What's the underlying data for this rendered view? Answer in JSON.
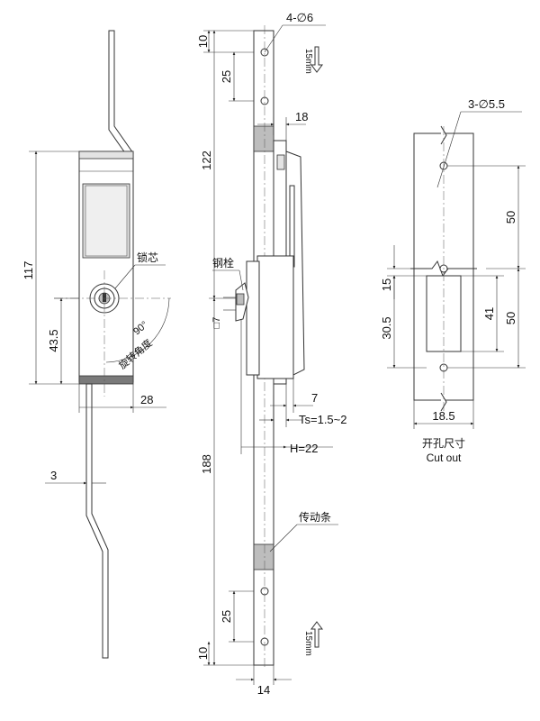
{
  "labels": {
    "holes_6": "4-∅6",
    "holes_5_5": "3-∅5.5",
    "lock_core": "锁芯",
    "steel_bolt": "钢栓",
    "rotation_angle": "旋转角度",
    "angle_90": "90°",
    "square_7": "□7",
    "transmission_bar": "传动条",
    "travel_15mm_top": "15mm",
    "travel_15mm_bottom": "15mm",
    "cutout_cn": "开孔尺寸",
    "cutout_en": "Cut out"
  },
  "dims": {
    "d117": "117",
    "d43_5": "43.5",
    "d28": "28",
    "d3": "3",
    "d10_top": "10",
    "d25_top": "25",
    "d122": "122",
    "d18": "18",
    "d188": "188",
    "d7": "7",
    "ts": "Ts=1.5~2",
    "h22": "H=22",
    "d25_bottom": "25",
    "d10_bottom": "10",
    "d14": "14",
    "d50_top": "50",
    "d15": "15",
    "d41": "41",
    "d50_bottom": "50",
    "d30_5": "30.5",
    "d18_5": "18.5"
  }
}
